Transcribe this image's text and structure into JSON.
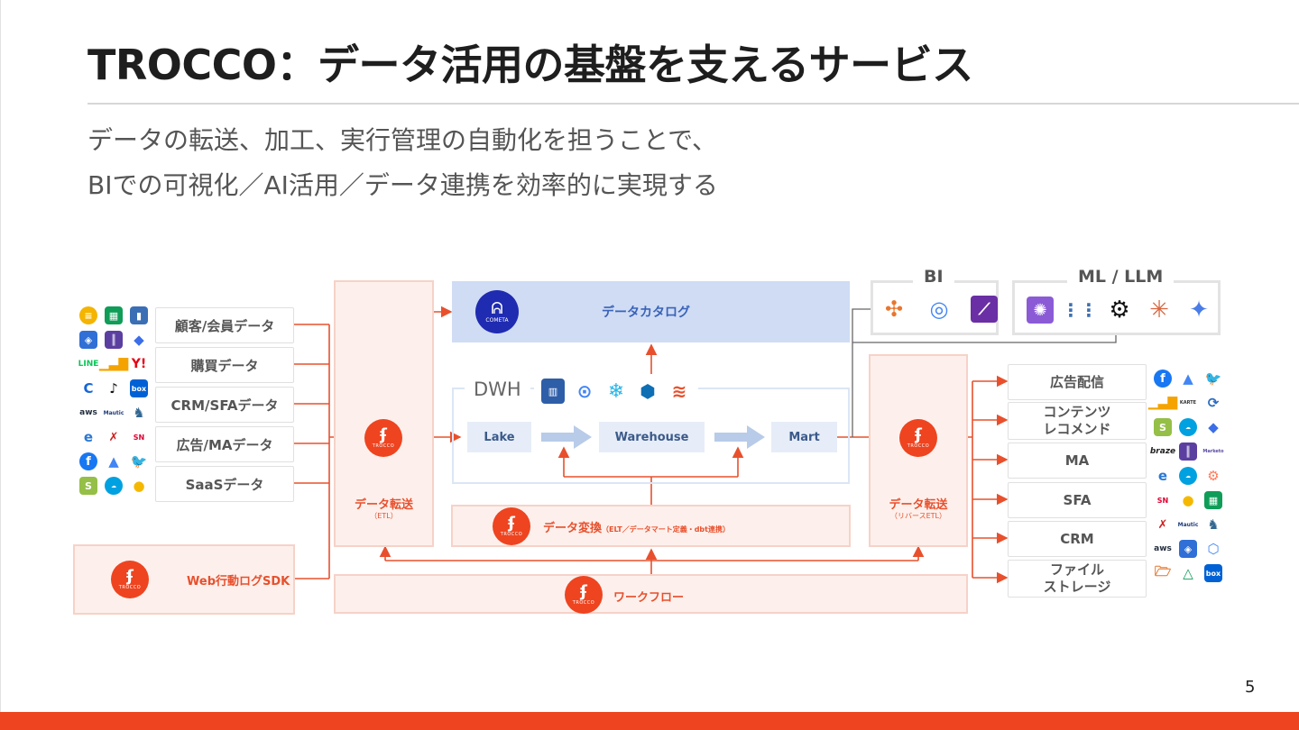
{
  "header": {
    "title": "TROCCO：データ活用の基盤を支えるサービス",
    "subtitle_line1": "データの転送、加工、実行管理の自動化を担うことで、",
    "subtitle_line2": "BIでの可視化／AI活用／データ連携を効率的に実現する"
  },
  "page_number": "5",
  "sources": [
    "顧客/会員データ",
    "購買データ",
    "CRM/SFAデータ",
    "広告/MAデータ",
    "SaaSデータ"
  ],
  "web_sdk": "Web行動ログSDK",
  "etl": {
    "label": "データ転送",
    "sub": "（ETL）"
  },
  "reverse_etl": {
    "label": "データ転送",
    "sub": "（リバースETL）"
  },
  "catalog": {
    "label": "データカタログ",
    "logo_text": "COMETA"
  },
  "dwh": {
    "label": "DWH",
    "lake": "Lake",
    "warehouse": "Warehouse",
    "mart": "Mart"
  },
  "transform": {
    "label": "データ変換",
    "sub": "（ELT／データマート定義・dbt連携）"
  },
  "workflow": "ワークフロー",
  "trocco_logo_text": "TROCCO",
  "bi_label": "BI",
  "ml_label": "ML / LLM",
  "destinations": [
    {
      "line1": "広告配信",
      "line2": ""
    },
    {
      "line1": "コンテンツ",
      "line2": "レコメンド"
    },
    {
      "line1": "MA",
      "line2": ""
    },
    {
      "line1": "SFA",
      "line2": ""
    },
    {
      "line1": "CRM",
      "line2": ""
    },
    {
      "line1": "ファイル",
      "line2": "ストレージ"
    }
  ],
  "icon_text": {
    "line": "LINE",
    "yahoo": "Y!",
    "box": "box",
    "aws": "aws",
    "mautic": "Mautic",
    "braze": "braze",
    "karte": "KARTE",
    "marketo": "Marketo",
    "smartnews": "SN"
  },
  "colors": {
    "accent": "#ee4420",
    "catalog_bg": "#cfdcf4",
    "pill_bg": "#e6edf8",
    "arrow": "#e8502d"
  }
}
